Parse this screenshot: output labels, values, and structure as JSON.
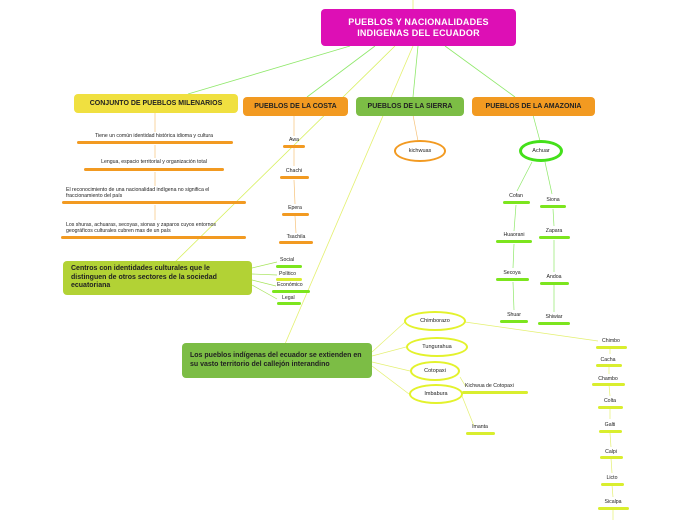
{
  "root": {
    "title": "PUEBLOS Y NACIONALIDADES INDIGENAS DEL ECUADOR"
  },
  "milenarios": {
    "title": "CONJUNTO DE PUEBLOS MILENARIOS",
    "items": [
      "Tiene un común identidad histórica idioma y cultura",
      "Lengua, espacio territorial y organización total",
      "El reconocimiento de una nacionalidad indígena no significa el fraccionamiento del país",
      "Los shuras, achuaras, secoyas, sionas y zaparos cuyos entornos geográficos culturales cubren mas de un país"
    ]
  },
  "costa": {
    "title": "PUEBLOS DE LA COSTA",
    "items": [
      "Awa",
      "Chachi",
      "Epera",
      "Tsachila"
    ]
  },
  "sierra": {
    "title": "PUEBLOS DE LA SIERRA",
    "kichwa": "kichwuas"
  },
  "amazonia": {
    "title": "PUEBLOS DE LA AMAZONIA",
    "achuar": "Achuar",
    "left_col": [
      "Cofan",
      "Huaorani",
      "Secoya",
      "Shuar"
    ],
    "right_col": [
      "Siona",
      "Zapara",
      "Andoa",
      "Shiwiar"
    ]
  },
  "identidades": {
    "title": "Centros con identidades culturales que le distinguen de otros sectores de la sociedad ecuatoriana",
    "items": [
      "Social",
      "Político",
      "Económico",
      "Legal"
    ]
  },
  "callejon": {
    "title": "Los pueblos indígenas del ecuador se extienden en su vasto territorio del callejón interandino",
    "provinces": [
      "Chimborazo",
      "Tungurahua",
      "Cotopaxi",
      "Imbabura"
    ],
    "cotopaxi_child": "Kichwua de Cotopaxi",
    "imbabura_child": "Imanta",
    "chimborazo_children": [
      "Chimbo",
      "Cacha",
      "Chambo",
      "Colta",
      "Galti",
      "Calpi",
      "Licto",
      "Sicalpa"
    ]
  }
}
